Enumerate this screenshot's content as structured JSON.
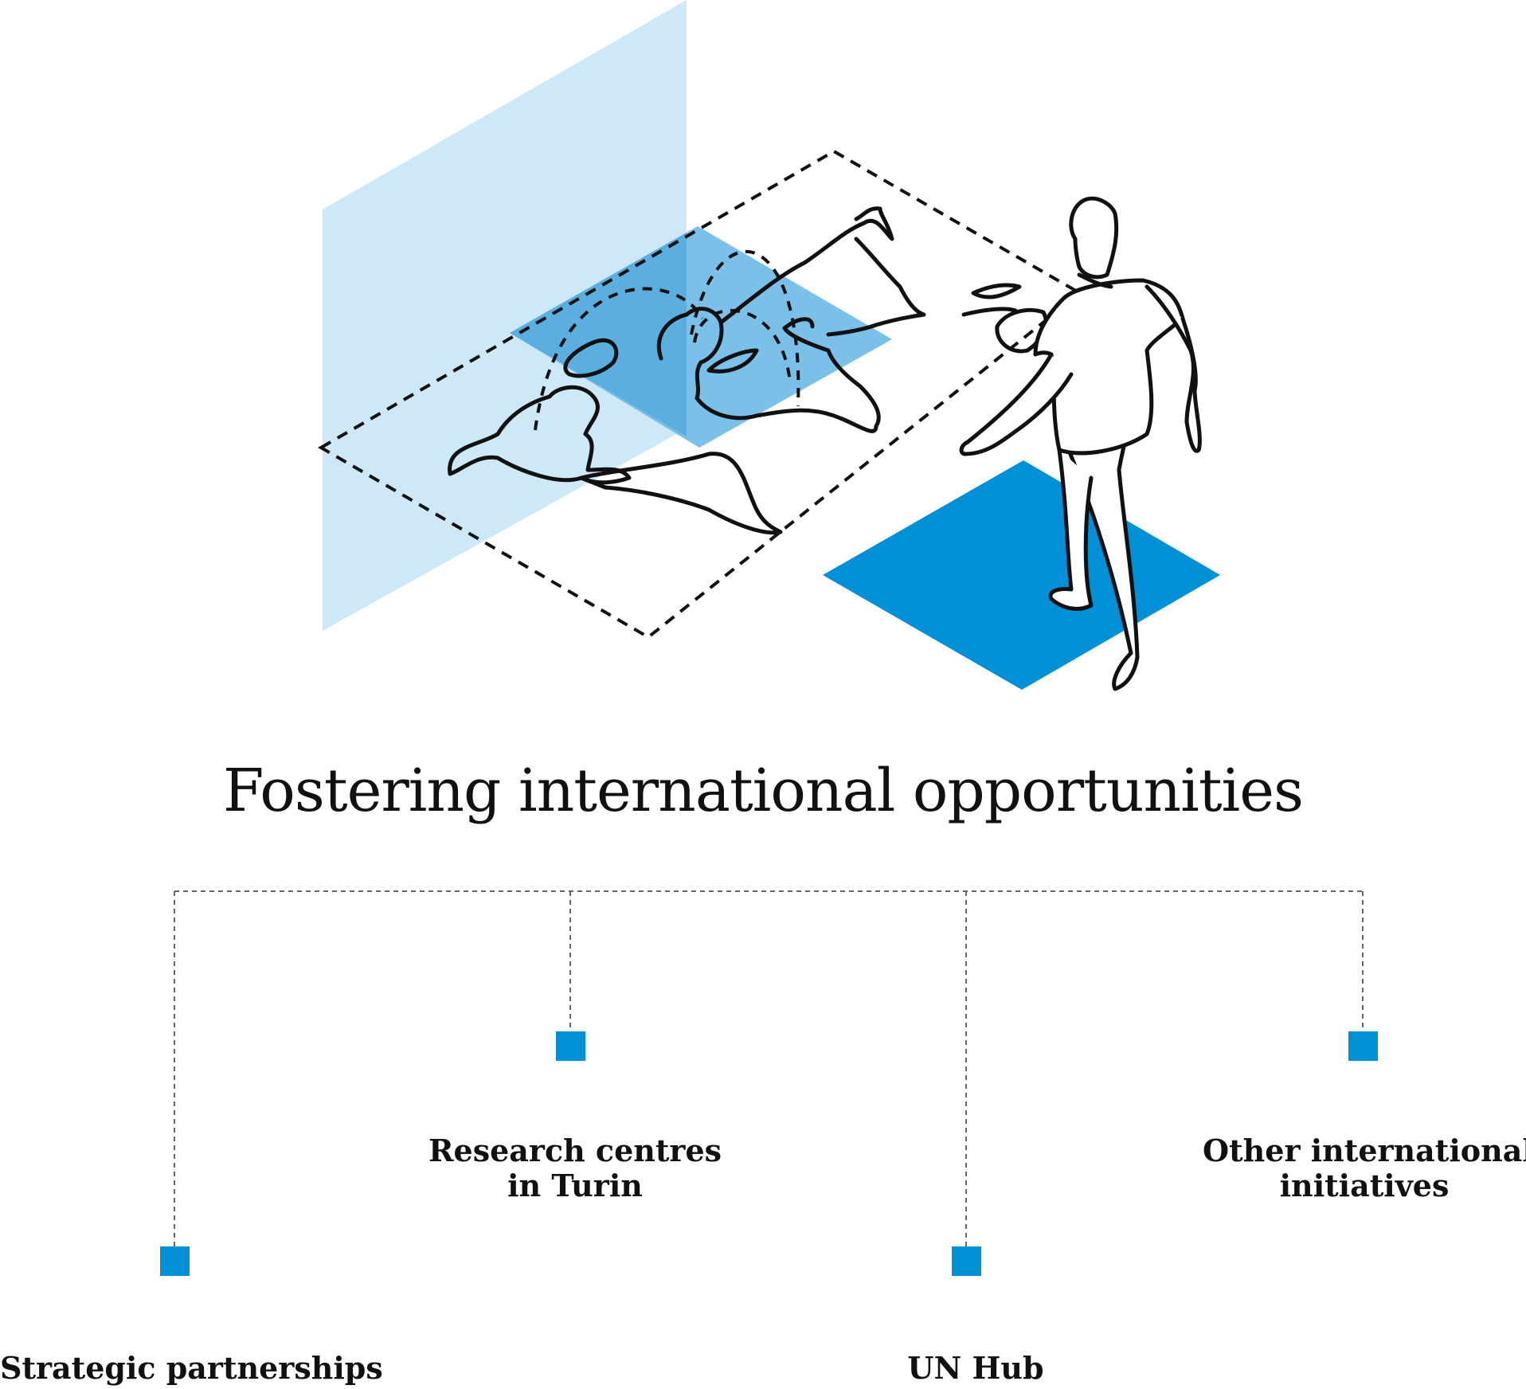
{
  "title": "Fostering international opportunities",
  "accent_color": "#0090d8",
  "light_color": "#cde8f6",
  "mid_color": "#6cb9e6",
  "nodes": [
    {
      "lines": [
        "Strategic partnerships"
      ]
    },
    {
      "lines": [
        "Research centres",
        "in Turin"
      ]
    },
    {
      "lines": [
        "UN Hub"
      ]
    },
    {
      "lines": [
        "Other international",
        "initiatives"
      ]
    }
  ]
}
